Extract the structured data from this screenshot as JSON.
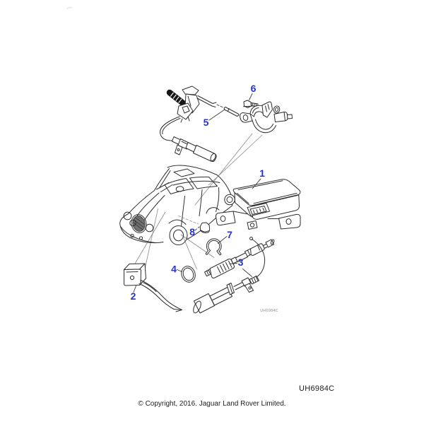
{
  "colors": {
    "callout": "#2433cc",
    "line": "#2e2e2e",
    "leader": "#8a8a8a",
    "watermark": "#8f8f8f"
  },
  "diagram": {
    "watermark": "UH6984C",
    "callouts": {
      "c1": "1",
      "c2": "2",
      "c3": "3",
      "c4": "4",
      "c5": "5",
      "c6": "6",
      "c7": "7",
      "c8": "8"
    }
  },
  "footer": {
    "drawing_code": "UH6984C",
    "copyright": "© Copyright, 2016. Jaguar Land Rover Limited."
  }
}
